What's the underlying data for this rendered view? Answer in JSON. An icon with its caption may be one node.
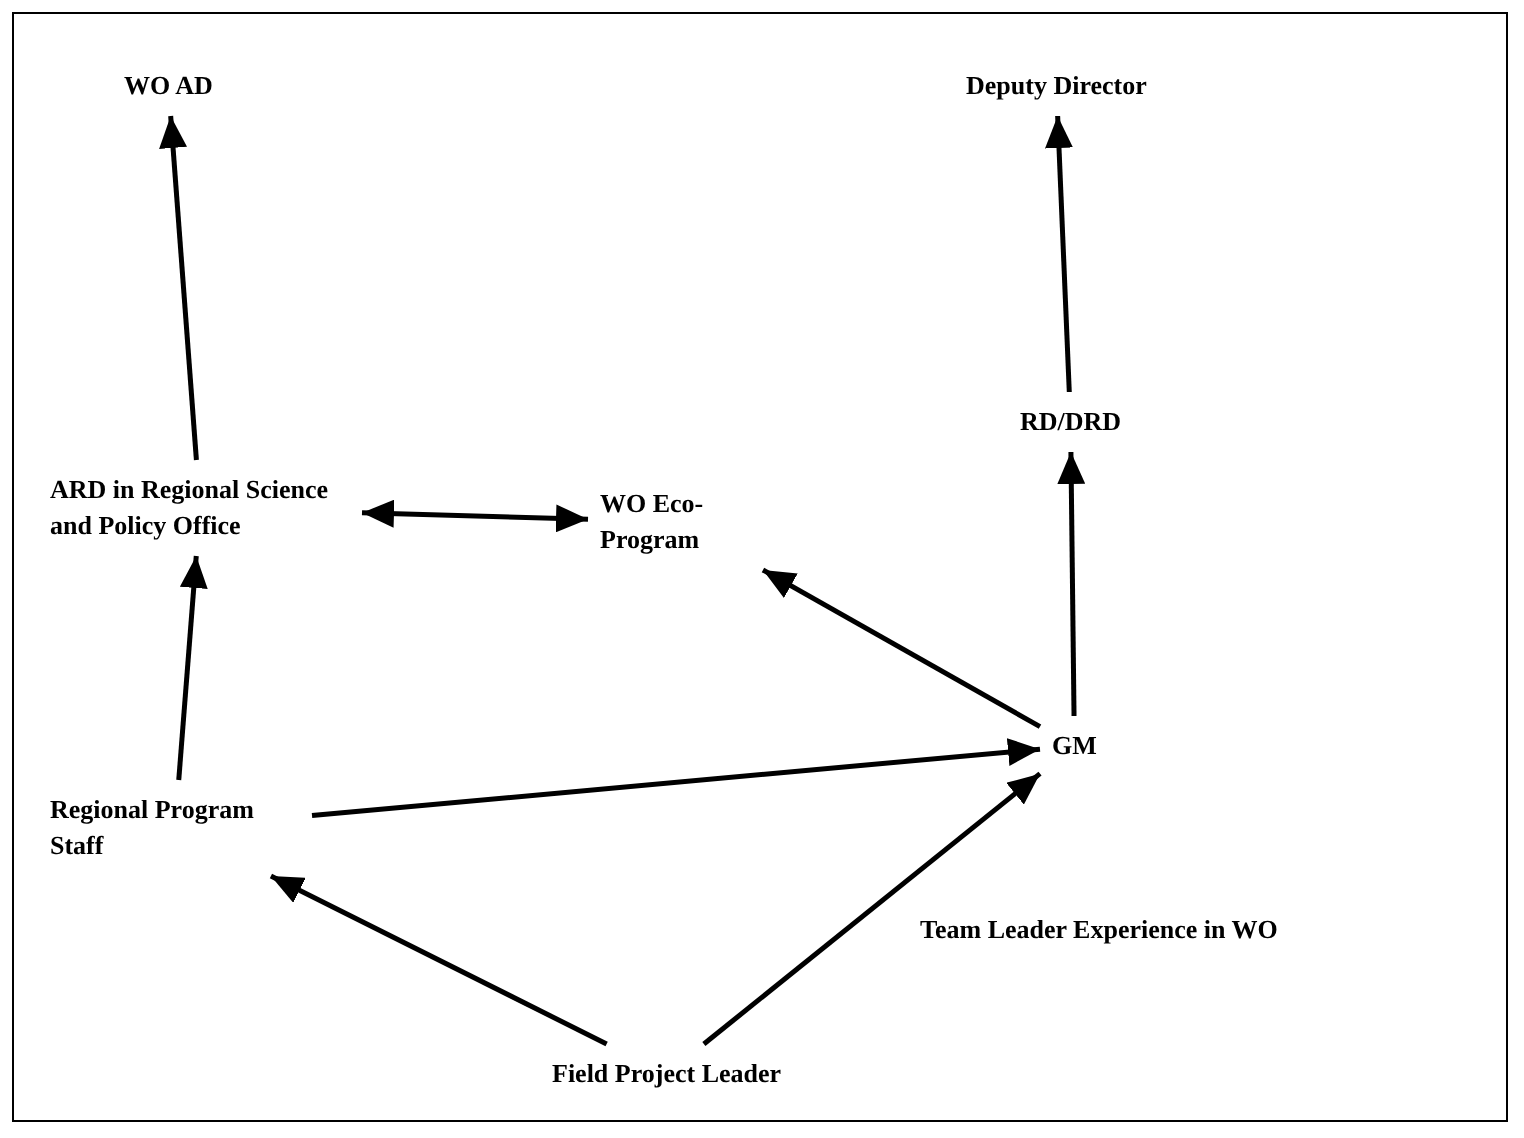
{
  "diagram": {
    "nodes": [
      {
        "text": [
          "WO AD"
        ]
      },
      {
        "text": [
          "ARD in Regional Science and Policy Office"
        ]
      },
      {
        "text": [
          "WO Eco-Program"
        ]
      },
      {
        "text": [
          "Deputy Director"
        ]
      },
      {
        "text": [
          "RD/DRD"
        ]
      },
      {
        "text": [
          "GM"
        ]
      },
      {
        "text": [
          "Regional Program Staff"
        ]
      },
      {
        "text": [
          "Field Project Leader"
        ]
      }
    ],
    "edges": [
      {
        "from": 1,
        "to": 0,
        "arrow": "to"
      },
      {
        "from": 1,
        "to": 2,
        "arrow": "both"
      },
      {
        "from": 4,
        "to": 3,
        "arrow": "to"
      },
      {
        "from": 5,
        "to": 4,
        "arrow": "to"
      },
      {
        "from": 5,
        "to": 2,
        "arrow": "to"
      },
      {
        "from": 6,
        "to": 1,
        "arrow": "to"
      },
      {
        "from": 6,
        "to": 5,
        "arrow": "to"
      },
      {
        "from": 7,
        "to": 6,
        "arrow": "to"
      },
      {
        "from": 7,
        "to": 5,
        "arrow": "to"
      }
    ],
    "labels": [
      "Team Leader Experience in WO"
    ]
  }
}
